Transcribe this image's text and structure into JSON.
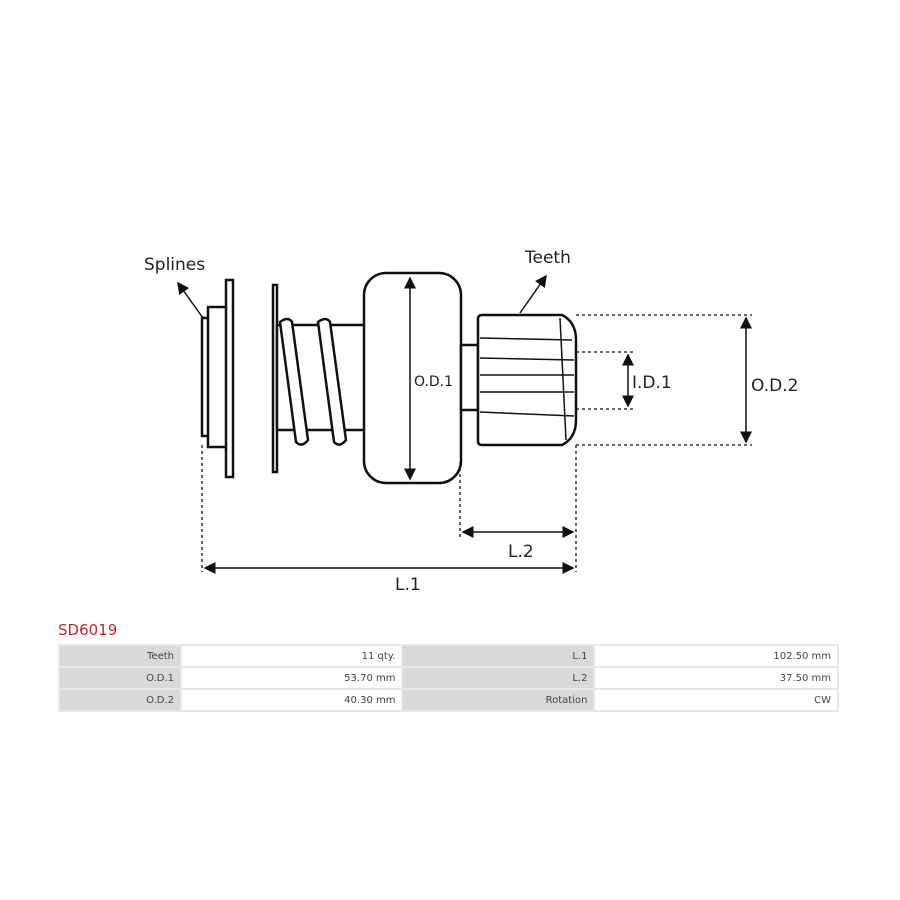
{
  "diagram": {
    "labels": {
      "splines": "Splines",
      "teeth": "Teeth",
      "od1": "O.D.1",
      "od2": "O.D.2",
      "id1": "I.D.1",
      "l1": "L.1",
      "l2": "L.2"
    }
  },
  "product": {
    "code": "SD6019"
  },
  "specs": [
    {
      "label": "Teeth",
      "value": "11 qty.",
      "label2": "L.1",
      "value2": "102.50 mm"
    },
    {
      "label": "O.D.1",
      "value": "53.70 mm",
      "label2": "L.2",
      "value2": "37.50 mm"
    },
    {
      "label": "O.D.2",
      "value": "40.30 mm",
      "label2": "Rotation",
      "value2": "CW"
    }
  ],
  "colors": {
    "title": "#c0272d",
    "line": "#111111"
  }
}
